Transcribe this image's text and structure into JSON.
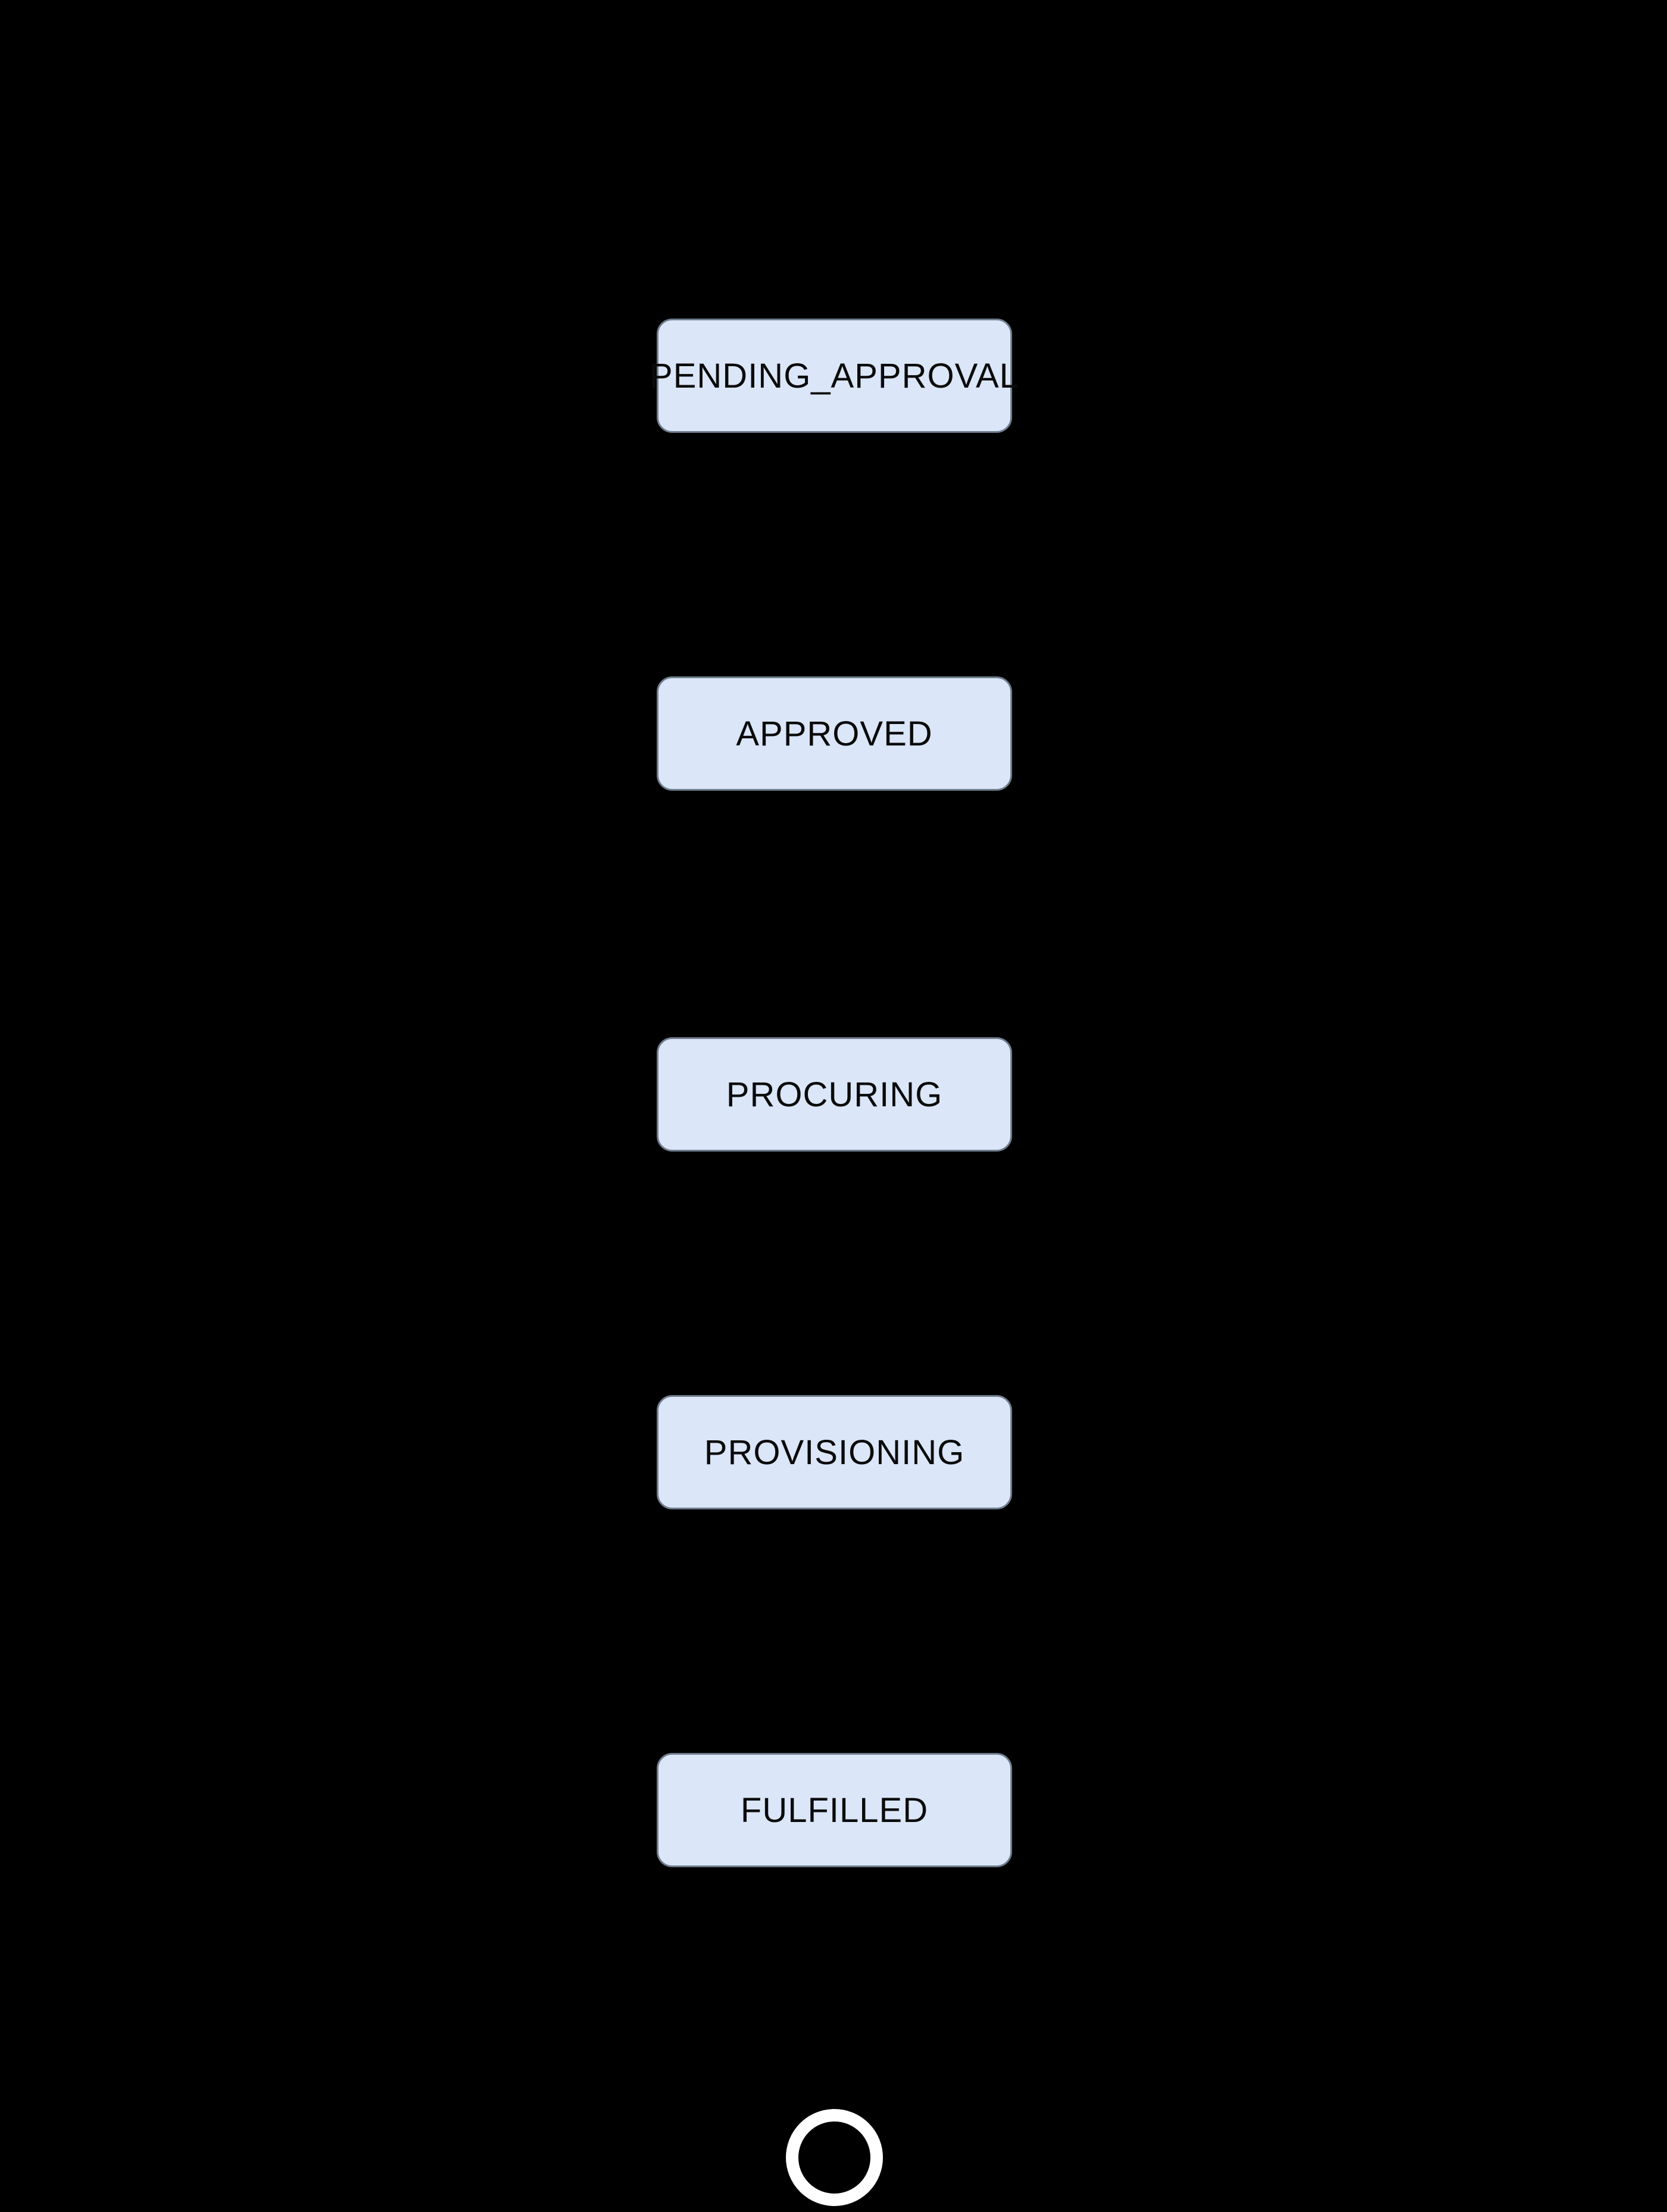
{
  "diagram": {
    "type": "state-flow",
    "states": [
      {
        "label": "PENDING_APPROVAL"
      },
      {
        "label": "APPROVED"
      },
      {
        "label": "PROCURING"
      },
      {
        "label": "PROVISIONING"
      },
      {
        "label": "FULFILLED"
      }
    ],
    "final_state": {
      "shape": "ring"
    },
    "colors": {
      "background": "#000000",
      "state_fill": "#dbe6f9",
      "state_border": "#6f7d8c",
      "state_text": "#0b0b0b",
      "final_ring": "#ffffff"
    }
  }
}
